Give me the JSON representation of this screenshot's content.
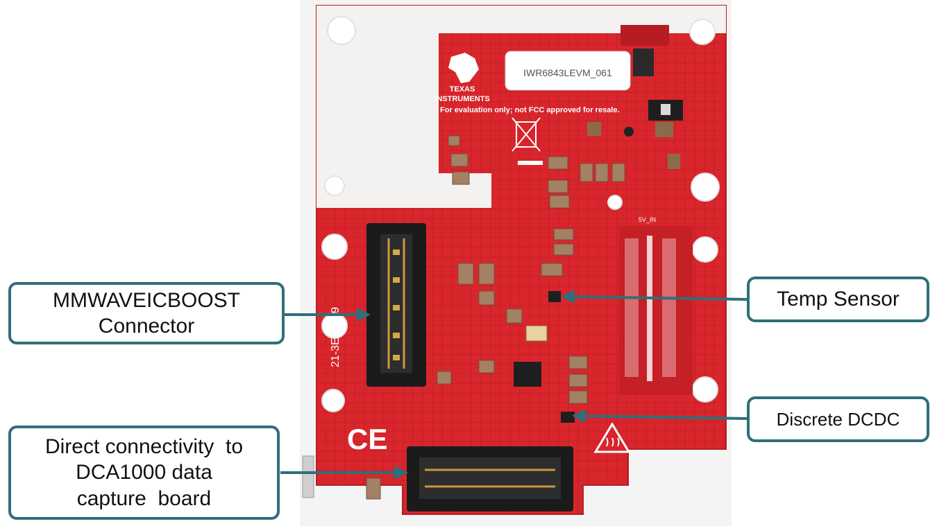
{
  "board": {
    "logo_text_1": "TEXAS",
    "logo_text_2": "INSTRUMENTS",
    "disclaimer": "For evaluation only; not FCC approved for resale.",
    "model_label": "IWR6843LEVM_061",
    "side_text": "21-3E79889",
    "vin_label": "5V_IN",
    "colors": {
      "pcb": "#d9262c",
      "pcb_dark": "#b51d22",
      "antenna": "#f3f2f0",
      "connector": "#1b1b1b",
      "arrow": "#2e6f7a"
    }
  },
  "callouts": {
    "mmwave": {
      "line1": "MMWAVEICBOOST",
      "line2": "Connector"
    },
    "temp": {
      "text": "Temp Sensor"
    },
    "dcdc": {
      "text": "Discrete DCDC"
    },
    "dca": {
      "line1": "Direct connectivity  to",
      "line2": "DCA1000 data",
      "line3": "capture  board"
    }
  }
}
